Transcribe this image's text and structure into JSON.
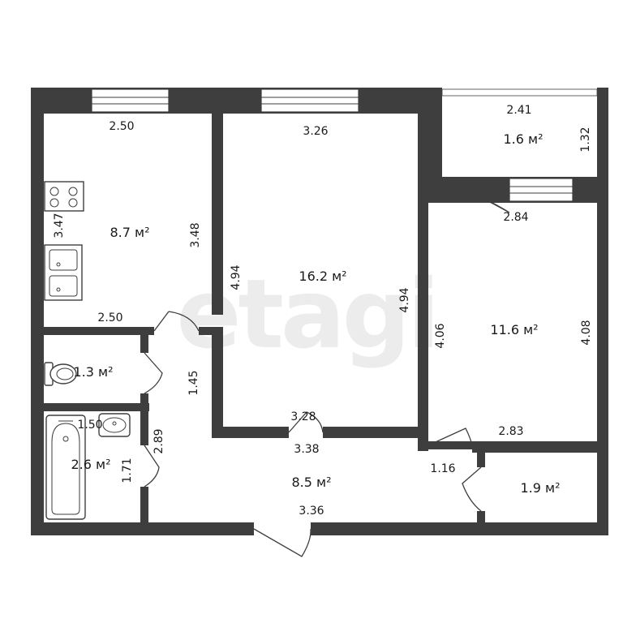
{
  "watermark": "etagi",
  "rooms": {
    "kitchen": {
      "area": "8.7 м²",
      "width_top": "2.50",
      "width_bottom": "2.50",
      "length_left": "3.47",
      "length_right": "3.48"
    },
    "living_room": {
      "area": "16.2 м²",
      "width_top": "3.26",
      "width_bottom": "3.28",
      "length_left": "4.94",
      "length_right": "4.94"
    },
    "balcony": {
      "area": "1.6 м²",
      "width": "2.41",
      "depth": "1.32"
    },
    "bedroom": {
      "area": "11.6 м²",
      "width_top": "2.84",
      "width_bottom": "2.83",
      "length_left": "4.06",
      "length_right": "4.08"
    },
    "toilet": {
      "area": "1.3 м²"
    },
    "bathroom": {
      "area": "2.6 м²",
      "width": "1.50",
      "length": "1.71"
    },
    "hallway": {
      "area": "8.5 м²",
      "width_top": "3.38",
      "width_bottom": "3.36",
      "length_side": "1.45",
      "length_left": "2.89",
      "passage": "1.16"
    },
    "closet": {
      "area": "1.9 м²"
    }
  }
}
